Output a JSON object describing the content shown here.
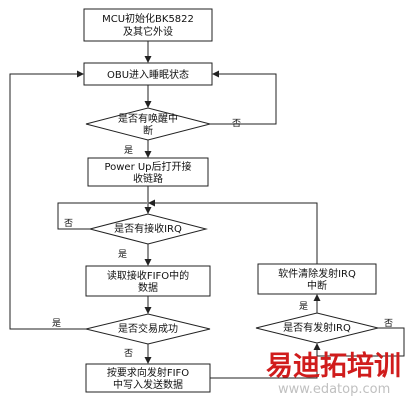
{
  "nodes": {
    "init_l1": "MCU初始化BK5822",
    "init_l2": "及其它外设",
    "sleep": "OBU进入睡眠状态",
    "wake_l1": "是否有唤醒中",
    "wake_l2": "断",
    "powerup_l1": "Power Up后打开接",
    "powerup_l2": "收链路",
    "recv_irq": "是否有接收IRQ",
    "read_l1": "读取接收FIFO中的",
    "read_l2": "数据",
    "tx_success": "是否交易成功",
    "write_l1": "按要求向发射FIFO",
    "write_l2": "中写入发送数据",
    "tx_irq": "是否有发射IRQ",
    "clear_l1": "软件清除发射IRQ",
    "clear_l2": "中断"
  },
  "edges": {
    "wake_no": "否",
    "wake_yes": "是",
    "recv_no": "否",
    "recv_yes": "是",
    "success_yes": "是",
    "success_no": "否",
    "txirq_yes": "是",
    "txirq_no": "否"
  },
  "watermark": {
    "brand": "易迪拓培训",
    "url": "www.edatop.com"
  },
  "colors": {
    "line": "#222222",
    "watermark_red": "#d01c1c",
    "watermark_url": "#c0c0c0"
  }
}
